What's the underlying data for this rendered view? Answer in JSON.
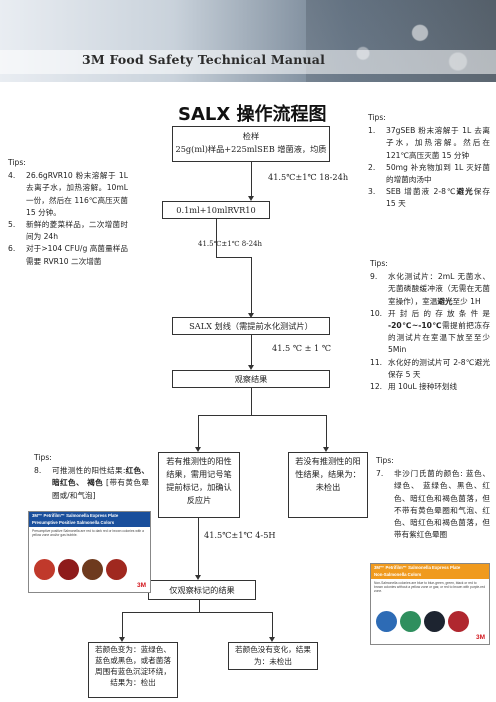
{
  "header": {
    "banner_title": "3M Food Safety Technical Manual"
  },
  "doc_title": "SALX 操作流程图",
  "flow": {
    "step1": [
      "检样",
      "25g(ml)样品+225mlSEB 增菌液，均质"
    ],
    "incub1": "41.5℃±1℃  18-24h",
    "step2": "0.1ml+10mlRVR10",
    "incub2": "41.5℃±1℃  8-24h",
    "step3": "SALX 划线（需提前水化测试片）",
    "incub3": "41.5  ℃  ±  1  ℃",
    "step4": "观察结果",
    "suspect": "若有推测性的阳性结果，需用记号笔提前标记，加确认反应片",
    "no_suspect": "若没有推测性的阳性结果，结果为：未检出",
    "incub4": "41.5℃±1℃  4-5H",
    "step5": "仅观察标记的结果",
    "positive": "若颜色变为：蓝绿色、蓝色或黑色，或者菌落周围有蓝色沉淀环绕，结果为：检出",
    "negative": "若颜色没有变化，结果为：未检出"
  },
  "tips_right_top": {
    "head": "Tips:",
    "items": [
      {
        "num": "1.",
        "text": "37gSEB 粉末溶解于 1L 去离子水，加热溶解。然后在 121℃高压灭菌 15 分钟"
      },
      {
        "num": "2.",
        "text": "50mg 补充物加到 1L 灭好菌的增菌肉汤中"
      },
      {
        "num": "3.",
        "text_pre": "SEB 增菌液 2-8℃",
        "text_bold": "避光",
        "text_post": "保存 15 天"
      }
    ]
  },
  "tips_left": {
    "head": "Tips:",
    "items": [
      {
        "num": "4.",
        "text": "26.6gRVR10 粉末溶解于 1L 去离子水，加热溶解。10mL 一份，然后在 116℃高压灭菌 15 分钟。"
      },
      {
        "num": "5.",
        "text": "新鲜的菱菜样品，二次增菌时间为 24h"
      },
      {
        "num": "6.",
        "text": "对于>104 CFU/g 高菌量样品需要 RVR10 二次增菌"
      }
    ]
  },
  "tips_right_mid": {
    "head": "Tips:",
    "items": [
      {
        "num": "9.",
        "text_pre": "水化测试片：2mL 无菌水、无菌磷酸缓冲液（无需在无菌室操作），室温",
        "text_bold": "避光",
        "text_post": "至少 1H"
      },
      {
        "num": "10.",
        "text_pre": "开封后的存放条件是 ",
        "text_bold": "-20℃~-10℃",
        "text_post": "需提前把冻存的测试片在室温下放至至少 5Min"
      },
      {
        "num": "11.",
        "text": "水化好的测试片可 2-8℃避光保存 5 天"
      },
      {
        "num": "12.",
        "text": "用 10uL 接种环划线"
      }
    ]
  },
  "tips_bottom_left": {
    "head": "Tips:",
    "num": "8.",
    "text_pre": "可推测性的阳性结果:",
    "text_bold": "红色、暗红色、 褐色",
    "text_post": " [带有黄色晕圈或/和气泡]"
  },
  "tips_bottom_right": {
    "head": "Tips:",
    "num": "7.",
    "text": "非沙门氏菌的颜色: 蓝色、绿色、 蓝绿色、黑色、红色、暗红色和褐色菌落，但不带有黄色晕圈和气泡、红色、暗红色和褐色菌落，但带有紫红色晕圈"
  },
  "card_left": {
    "title": "3M™ Petrifilm™ Salmonella Express Plate",
    "subtitle": "Presumptive Positive Salmonella Colors",
    "desc": "Presumptive positive Salmonella are red to dark red or brown colonies with a yellow zone and/or gas bubble.",
    "logo": "3M",
    "colors": [
      "#c0392b",
      "#8e1b1b",
      "#6e3a1e",
      "#a0281f"
    ]
  },
  "card_right": {
    "title": "3M™ Petrifilm™ Salmonella Express Plate",
    "subtitle": "Non-Salmonella Colors",
    "desc": "Non-Salmonella colonies are blue to blue-green, green, black or red to brown colonies without a yellow zone or gas; or red to brown with purple-red zone.",
    "logo": "3M",
    "colors": [
      "#2d6bb5",
      "#2f8f5e",
      "#1d2430",
      "#b0272f"
    ]
  }
}
